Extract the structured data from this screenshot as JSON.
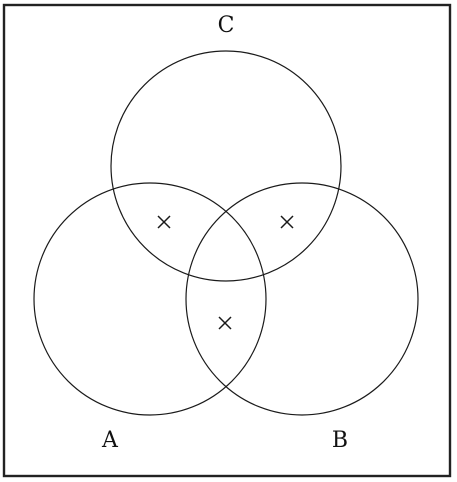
{
  "diagram": {
    "type": "venn",
    "sets": [
      {
        "id": "A",
        "label": "A"
      },
      {
        "id": "B",
        "label": "B"
      },
      {
        "id": "C",
        "label": "C"
      }
    ],
    "marked_regions": [
      {
        "regions": [
          "A",
          "C"
        ],
        "excluded": [
          "B"
        ],
        "mark": "cross"
      },
      {
        "regions": [
          "B",
          "C"
        ],
        "excluded": [
          "A"
        ],
        "mark": "cross"
      },
      {
        "regions": [
          "A",
          "B"
        ],
        "excluded": [
          "C"
        ],
        "mark": "cross"
      }
    ],
    "colors": {
      "stroke": "#1a1a1a",
      "frame": "#222222",
      "background": "#ffffff"
    }
  }
}
